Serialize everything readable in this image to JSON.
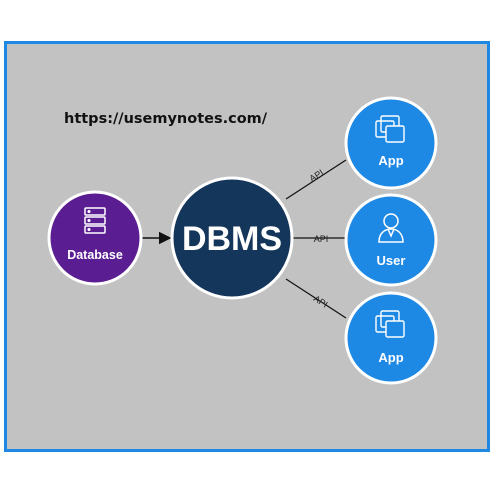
{
  "url_text": "https://usemynotes.com/",
  "nodes": {
    "database": {
      "label": "Database",
      "color": "#5b1e92"
    },
    "dbms": {
      "label": "DBMS",
      "color": "#14365a"
    },
    "app_top": {
      "label": "App",
      "color": "#1e88e5"
    },
    "user": {
      "label": "User",
      "color": "#1e88e5"
    },
    "app_bottom": {
      "label": "App",
      "color": "#1e88e5"
    }
  },
  "edges": {
    "api_top": "API",
    "api_middle": "API",
    "api_bottom": "API"
  }
}
